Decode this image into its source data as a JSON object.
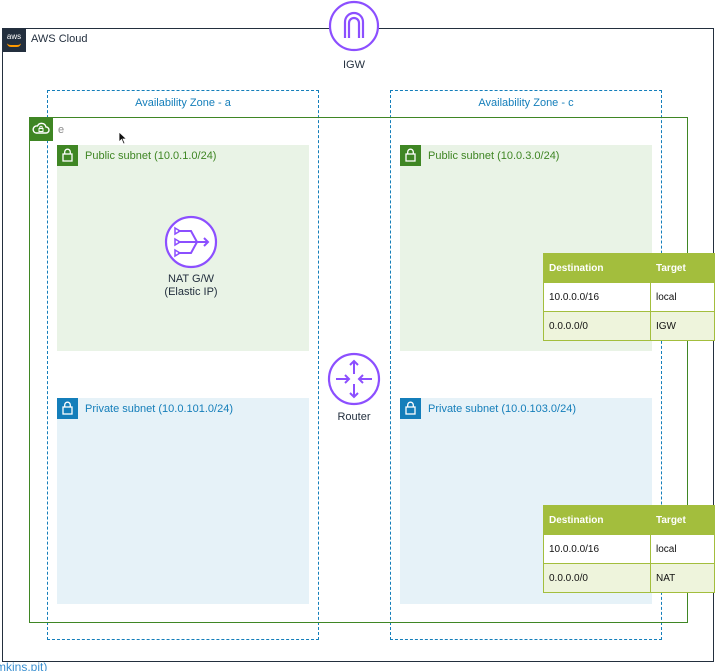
{
  "cloud": {
    "logo_text": "aws",
    "title": "AWS Cloud"
  },
  "igw": {
    "label": "IGW",
    "icon": "internet-gateway-icon"
  },
  "zones": [
    {
      "title": "Availability Zone - a"
    },
    {
      "title": "Availability Zone - c"
    }
  ],
  "vpc": {
    "title": "e",
    "icon": "vpc-cloud-icon"
  },
  "subnets": {
    "public_a": {
      "title": "Public subnet (10.0.1.0/24)"
    },
    "public_c": {
      "title": "Public subnet (10.0.3.0/24)"
    },
    "private_a": {
      "title": "Private subnet (10.0.101.0/24)"
    },
    "private_c": {
      "title": "Private subnet (10.0.103.0/24)"
    }
  },
  "nat": {
    "label_line1": "NAT G/W",
    "label_line2": "(Elastic IP)",
    "icon": "nat-gateway-icon"
  },
  "router": {
    "label": "Router",
    "icon": "router-icon"
  },
  "route_tables": {
    "public": {
      "headers": [
        "Destination",
        "Target"
      ],
      "rows": [
        [
          "10.0.0.0/16",
          "local"
        ],
        [
          "0.0.0.0/0",
          "IGW"
        ]
      ]
    },
    "private": {
      "headers": [
        "Destination",
        "Target"
      ],
      "rows": [
        [
          "10.0.0.0/16",
          "local"
        ],
        [
          "0.0.0.0/0",
          "NAT"
        ]
      ]
    }
  },
  "footer": {
    "link_text": "mkins.pit)"
  },
  "colors": {
    "aws_dark": "#232f3e",
    "aws_orange": "#ff9900",
    "vpc_green": "#3f8624",
    "az_blue": "#147eba",
    "public_fill": "#e9f3e6",
    "private_fill": "#e6f2f8",
    "service_purple": "#8c4fff",
    "table_header": "#a3be3d"
  }
}
